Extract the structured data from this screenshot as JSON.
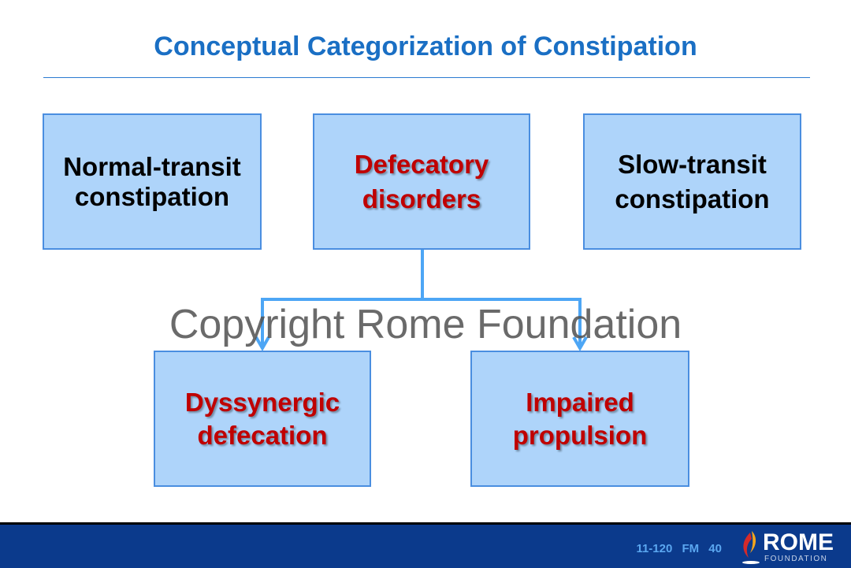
{
  "title": "Conceptual Categorization of Constipation",
  "boxes": {
    "normal": "Normal-transit constipation",
    "defecatory": "Defecatory disorders",
    "slow": "Slow-transit constipation",
    "dyssynergic": "Dyssynergic defecation",
    "impaired": "Impaired propulsion"
  },
  "watermark": "Copyright Rome Foundation",
  "footer": {
    "slide_number": "11-120 FM 40",
    "logo_text": "ROME",
    "logo_sub": "FOUNDATION"
  },
  "colors": {
    "title": "#1a6fc4",
    "box_fill": "#aed4fa",
    "red_text": "#c00000",
    "footer": "#0b3a8c",
    "connector": "#4da6f5"
  }
}
